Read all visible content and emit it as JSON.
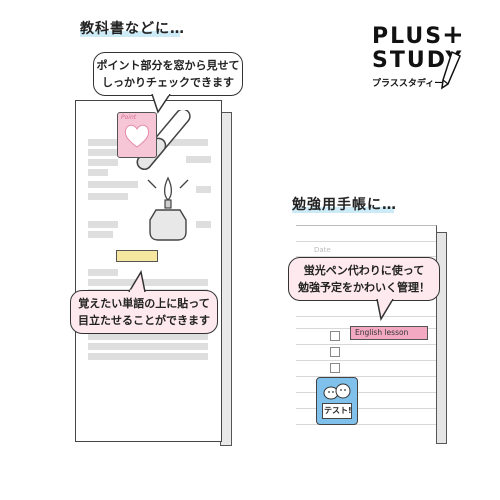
{
  "section1": {
    "heading": "教科書などに…",
    "bubble_top": {
      "line1": "ポイント部分を窓から見せて",
      "line2": "しっかりチェックできます"
    },
    "bubble_bottom": {
      "line1": "覚えたい単語の上に貼って",
      "line2": "目立たせることができます"
    },
    "sticker_label": "Point"
  },
  "section2": {
    "heading": "勉強用手帳に…",
    "bubble": {
      "line1": "蛍光ペン代わりに使って",
      "line2": "勉強予定をかわいく管理！"
    },
    "date_label": "Date",
    "english_tag": "English lesson",
    "test_tag": "テスト!"
  },
  "logo": {
    "line1": "PLUS",
    "line2": "STUDY",
    "plus_sign": "+",
    "subtitle": "プラススタディー"
  },
  "colors": {
    "highlight_blue": "#cdeaf7",
    "bubble_pink": "#fde9ee",
    "yellow_sticker": "#f5e7a0",
    "pink_tag": "#f3a9c2",
    "blue_sticker": "#7fc1ea"
  }
}
